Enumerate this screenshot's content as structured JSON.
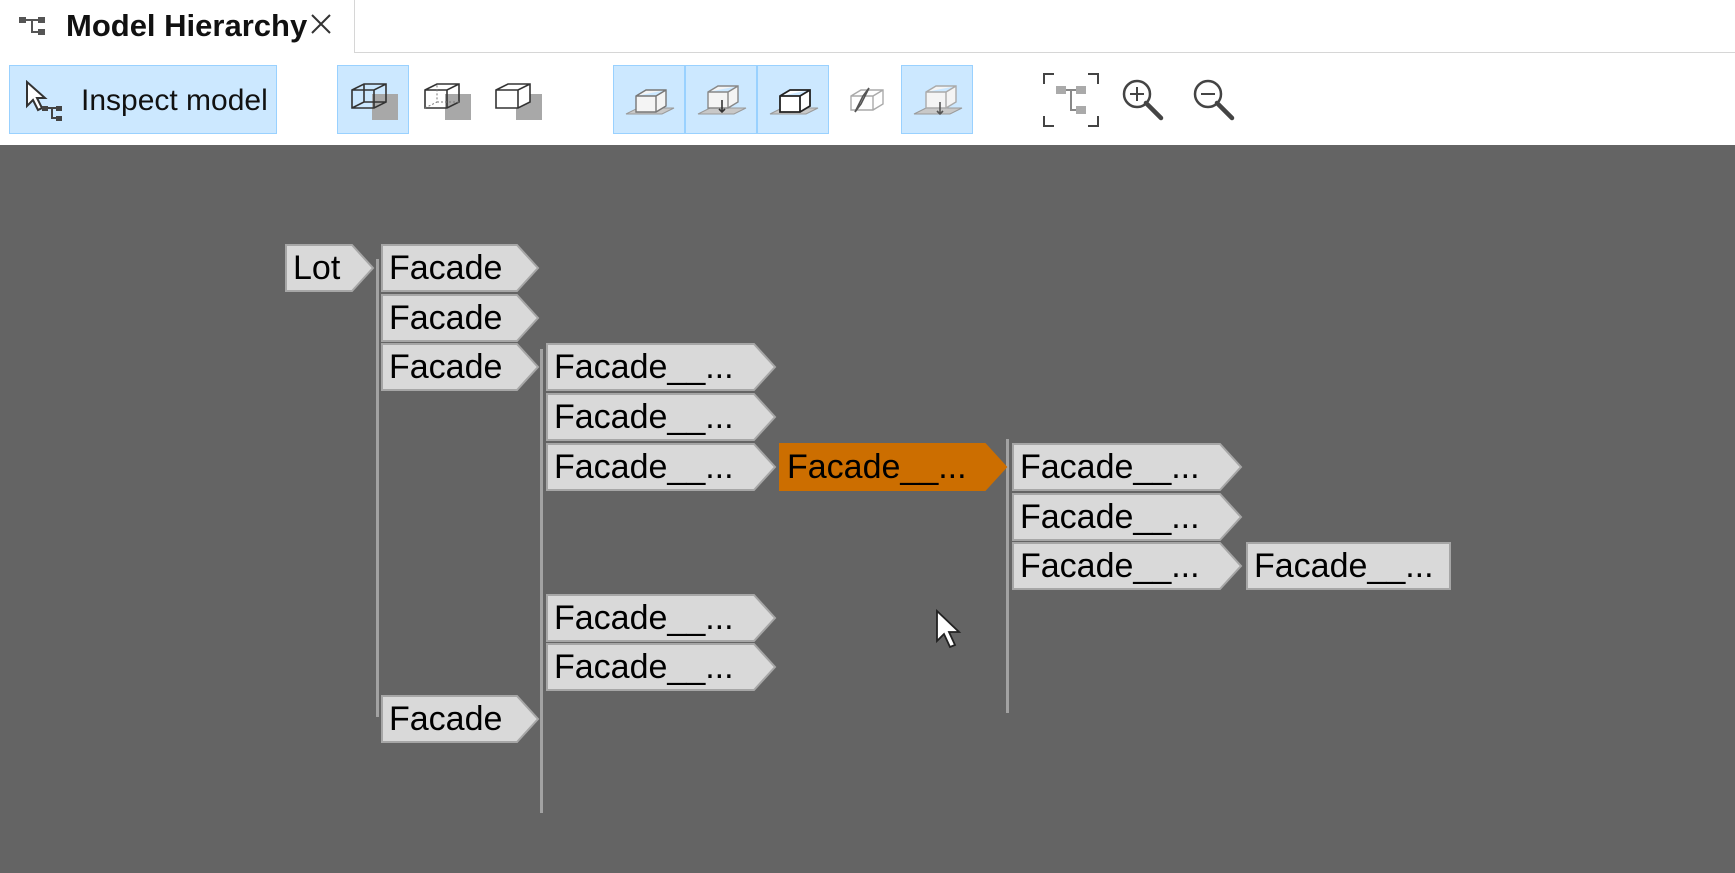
{
  "tab": {
    "title": "Model Hierarchy"
  },
  "toolbar": {
    "inspect_label": "Inspect model"
  },
  "hierarchy": {
    "lot": "Lot",
    "facade": "Facade",
    "facade_trunc": "Facade__...",
    "selected_node": "Facade__..."
  },
  "colors": {
    "canvas_bg": "#646464",
    "node_fill": "#d9d9d9",
    "node_border": "#a6a6a6",
    "selected_fill": "#cc6e00",
    "active_button": "#cce8ff"
  }
}
